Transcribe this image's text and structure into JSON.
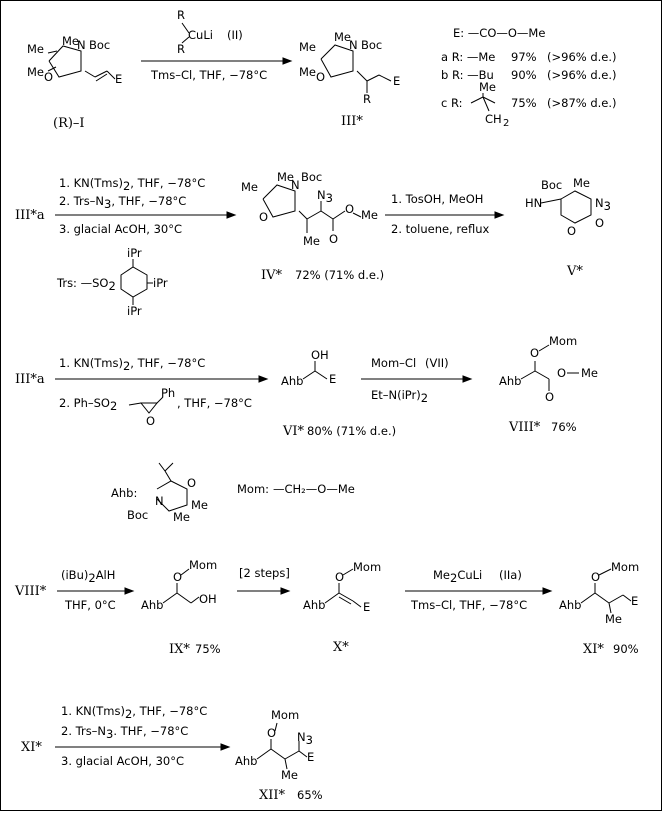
{
  "colors": {
    "ink": "#000000",
    "paper": "#ffffff"
  },
  "atoms": {
    "Me": "Me",
    "Boc": "Boc",
    "N": "N",
    "O": "O",
    "E": "E",
    "R": "R",
    "Ahb": "Ahb",
    "Mom": "Mom",
    "N3": "N",
    "N3sub": "3",
    "HN": "HN",
    "OH": "OH",
    "iPr": "iPr",
    "Ph": "Ph",
    "CuLi": "CuLi",
    "CH2": "CH",
    "CH2sub": "2"
  },
  "row1": {
    "start": "(R)–I",
    "reagent": "CuLi",
    "reagent_id": "(II)",
    "conditions": "Tms–Cl, THF, −78°C",
    "product": "III*",
    "E_def": "E: —CO—O—Me",
    "variants": [
      {
        "label": "a R: —Me",
        "yield": "97%",
        "de": "(>96% d.e.)"
      },
      {
        "label": "b R: —Bu",
        "yield": "90%",
        "de": "(>96% d.e.)"
      },
      {
        "label": "c R:",
        "yield": "75%",
        "de": "(>87% d.e.)"
      }
    ]
  },
  "row2": {
    "start": "III*a",
    "step1": "1. KN(Tms)",
    "step1_sub": "2",
    "step1_tail": ", THF, −78°C",
    "step2": "2. Trs–N",
    "step2_sub": "3",
    "step2_tail": ", THF, −78°C",
    "step3": "3. glacial AcOH, 30°C",
    "trs_label": "Trs: —SO",
    "trs_sub": "2",
    "product": "IV*",
    "product_yield": "72% (71% d.e.)",
    "second_step1": "1. TosOH, MeOH",
    "second_step2": "2. toluene, reflux",
    "final": "V*"
  },
  "row3": {
    "start": "III*a",
    "step1": "1. KN(Tms)",
    "step1_sub": "2",
    "step1_tail": ", THF, −78°C",
    "step2": "2. Ph–SO",
    "step2_sub": "2",
    "step2_tail": ", THF, −78°C",
    "product": "VI*",
    "product_yield": "80% (71% d.e.)",
    "reagent": "Mom–Cl",
    "reagent_id": "(VII)",
    "base": "Et–N(iPr)",
    "base_sub": "2",
    "final": "VIII*",
    "final_yield": "76%"
  },
  "legend": {
    "ahb": "Ahb:",
    "mom": "Mom:",
    "mom_formula": "—CH₂—O—Me"
  },
  "row4": {
    "start": "VIII*",
    "reagent": "(iBu)",
    "reagent_sub": "2",
    "reagent_tail": "AlH",
    "conditions": "THF, 0°C",
    "p1": "IX*",
    "p1_yield": "75%",
    "steps": "[2 steps]",
    "p2": "X*",
    "cuprate": "Me",
    "cuprate_sub": "2",
    "cuprate_tail": "CuLi",
    "cuprate_id": "(IIa)",
    "conditions2": "Tms–Cl, THF, −78°C",
    "p3": "XI*",
    "p3_yield": "90%"
  },
  "row5": {
    "start": "XI*",
    "step1": "1. KN(Tms)",
    "step1_sub": "2",
    "step1_tail": ", THF, −78°C",
    "step2": "2. Trs–N",
    "step2_sub": "3",
    "step2_tail": ". THF, −78°C",
    "step3": "3. glacial AcOH, 30°C",
    "product": "XII*",
    "product_yield": "65%"
  }
}
